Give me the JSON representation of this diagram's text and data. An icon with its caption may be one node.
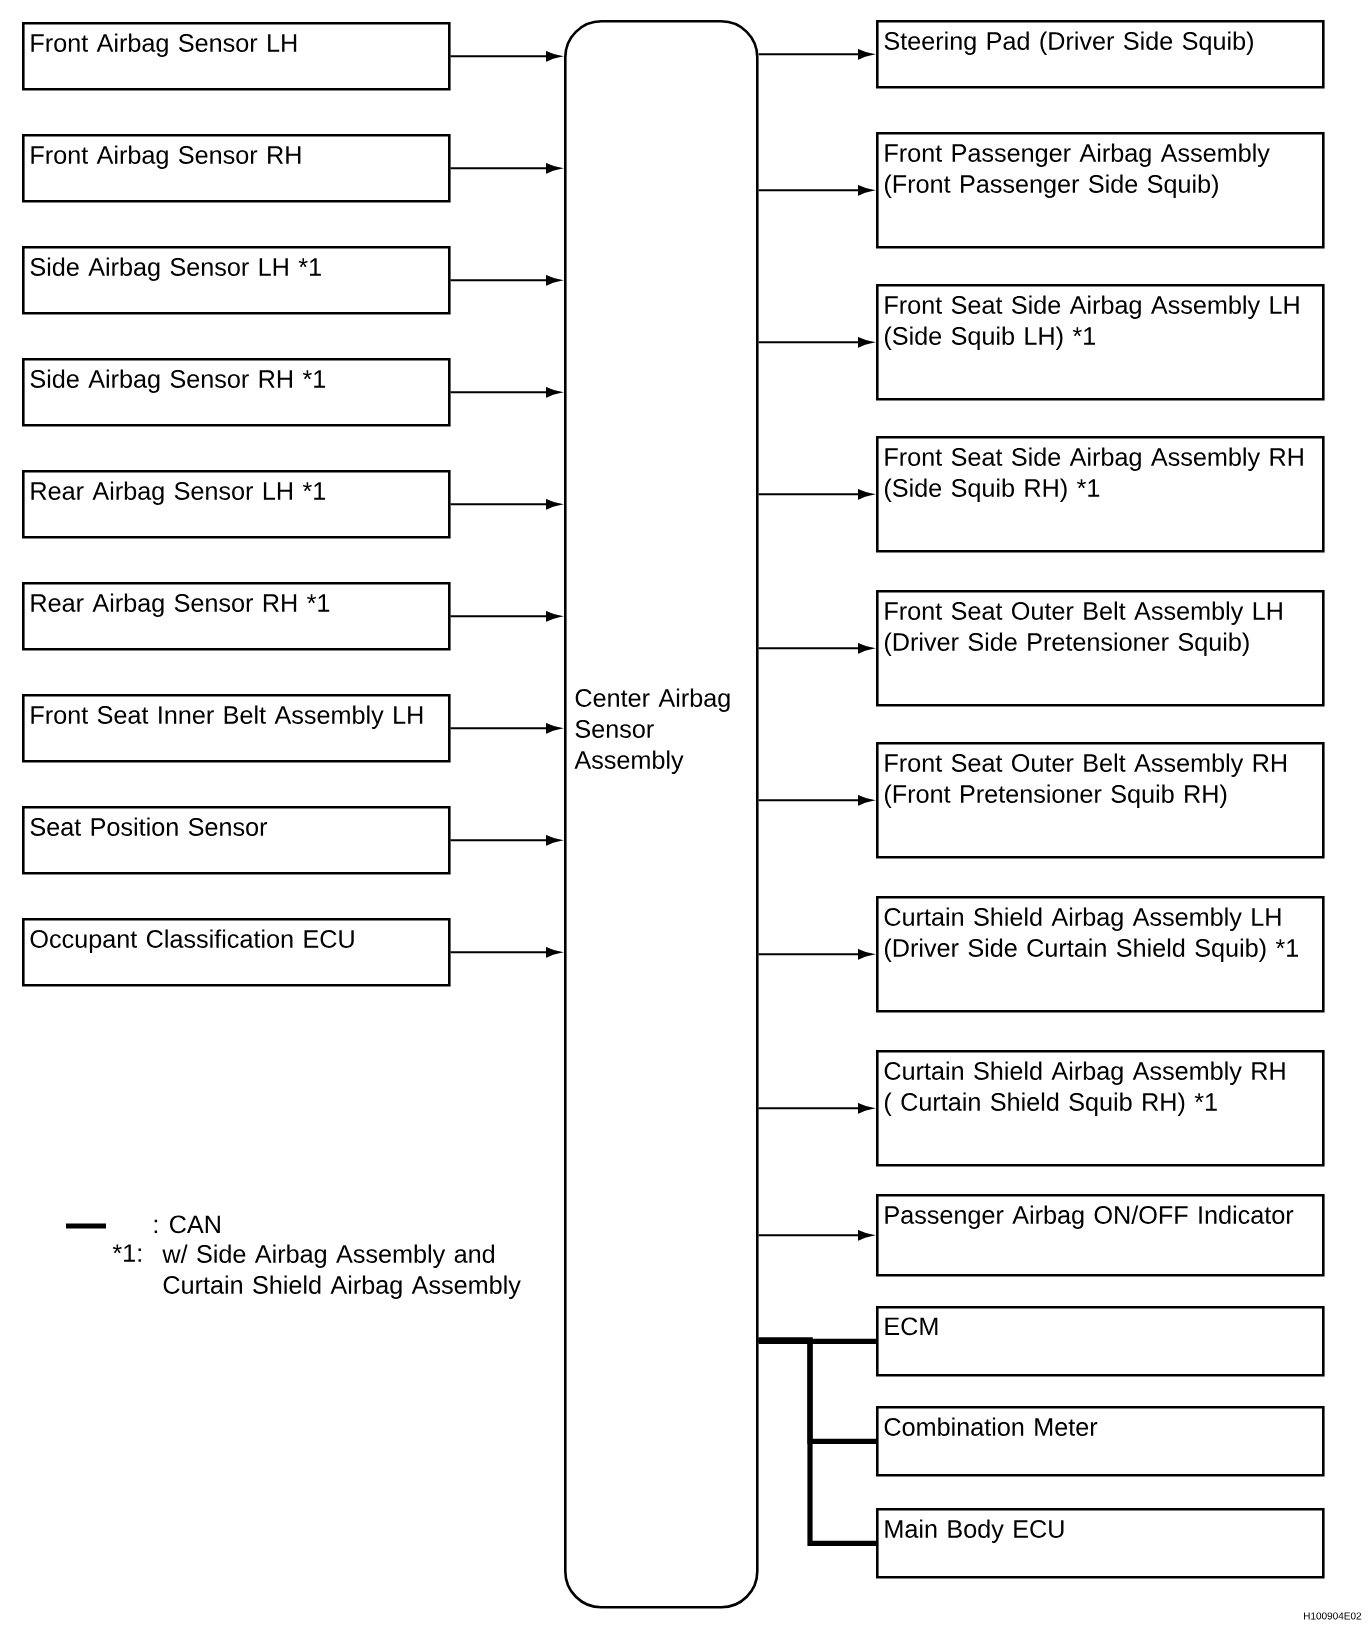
{
  "diagram": {
    "nodes": [
      {
        "text": [
          "Front Airbag Sensor LH"
        ]
      },
      {
        "text": [
          "Front Airbag Sensor RH"
        ]
      },
      {
        "text": [
          "Side Airbag Sensor LH *1"
        ]
      },
      {
        "text": [
          "Side Airbag Sensor RH *1"
        ]
      },
      {
        "text": [
          "Rear Airbag Sensor LH *1"
        ]
      },
      {
        "text": [
          "Rear Airbag Sensor RH *1"
        ]
      },
      {
        "text": [
          "Front Seat Inner Belt Assembly LH"
        ]
      },
      {
        "text": [
          "Seat Position Sensor"
        ]
      },
      {
        "text": [
          "Occupant Classification ECU"
        ]
      },
      {
        "text": [
          "Center Airbag Sensor Assembly"
        ]
      },
      {
        "text": [
          "Steering Pad (Driver Side Squib)"
        ]
      },
      {
        "text": [
          "Front Passenger Airbag Assembly",
          "(Front Passenger Side Squib)"
        ]
      },
      {
        "text": [
          "Front Seat Side Airbag Assembly LH",
          "(Side Squib LH) *1"
        ]
      },
      {
        "text": [
          "Front Seat Side Airbag Assembly RH",
          "(Side Squib RH) *1"
        ]
      },
      {
        "text": [
          "Front Seat Outer Belt Assembly LH",
          "(Driver Side Pretensioner Squib)"
        ]
      },
      {
        "text": [
          "Front Seat Outer Belt Assembly RH",
          "(Front Pretensioner Squib RH)"
        ]
      },
      {
        "text": [
          "Curtain Shield Airbag Assembly LH",
          "(Driver Side Curtain Shield Squib) *1"
        ]
      },
      {
        "text": [
          "Curtain Shield Airbag Assembly RH",
          "( Curtain Shield Squib RH) *1"
        ]
      },
      {
        "text": [
          "Passenger Airbag ON/OFF Indicator"
        ]
      },
      {
        "text": [
          "ECM"
        ]
      },
      {
        "text": [
          "Combination Meter"
        ]
      },
      {
        "text": [
          "Main Body  ECU"
        ]
      }
    ],
    "edges": [
      {
        "from": 0,
        "to": 9,
        "arrow": "to"
      },
      {
        "from": 1,
        "to": 9,
        "arrow": "to"
      },
      {
        "from": 2,
        "to": 9,
        "arrow": "to"
      },
      {
        "from": 3,
        "to": 9,
        "arrow": "to"
      },
      {
        "from": 4,
        "to": 9,
        "arrow": "to"
      },
      {
        "from": 5,
        "to": 9,
        "arrow": "to"
      },
      {
        "from": 6,
        "to": 9,
        "arrow": "to"
      },
      {
        "from": 7,
        "to": 9,
        "arrow": "to"
      },
      {
        "from": 8,
        "to": 9,
        "arrow": "to"
      },
      {
        "from": 9,
        "to": 10,
        "arrow": "to"
      },
      {
        "from": 9,
        "to": 11,
        "arrow": "to"
      },
      {
        "from": 9,
        "to": 12,
        "arrow": "to"
      },
      {
        "from": 9,
        "to": 13,
        "arrow": "to"
      },
      {
        "from": 9,
        "to": 14,
        "arrow": "to"
      },
      {
        "from": 9,
        "to": 15,
        "arrow": "to"
      },
      {
        "from": 9,
        "to": 16,
        "arrow": "to"
      },
      {
        "from": 9,
        "to": 17,
        "arrow": "to"
      },
      {
        "from": 9,
        "to": 18,
        "arrow": "to"
      },
      {
        "from": 9,
        "to": 19,
        "arrow": "none",
        "style": "thick"
      },
      {
        "from": 9,
        "to": 20,
        "arrow": "none",
        "style": "thick"
      },
      {
        "from": 9,
        "to": 21,
        "arrow": "none",
        "style": "thick"
      }
    ],
    "labels": [
      "*1:",
      "w/ Side Airbag Assembly and Curtain Shield Airbag Assembly",
      "H100904E02"
    ],
    "legend": [
      {
        "text": ": CAN"
      }
    ]
  }
}
